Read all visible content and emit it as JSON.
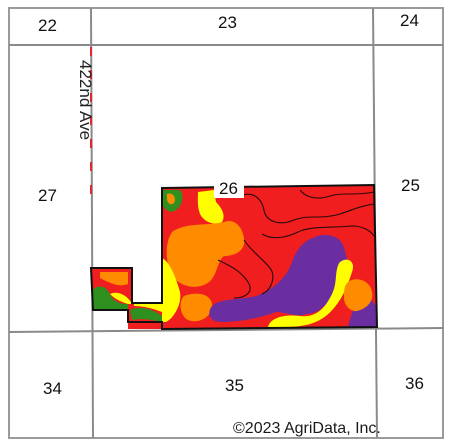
{
  "map": {
    "road_label": "422nd Ave",
    "credit": "©2023 AgriData, Inc.",
    "sections": {
      "s22": "22",
      "s23": "23",
      "s24": "24",
      "s27": "27",
      "s26": "26",
      "s25": "25",
      "s34": "34",
      "s35": "35",
      "s36": "36"
    },
    "colors": {
      "grid_line": "#8a8a8a",
      "field_outline": "#111111",
      "road_marker": "#e0282e",
      "soil_red": "#f01e1e",
      "soil_orange": "#ff8c00",
      "soil_yellow": "#ffff00",
      "soil_purple": "#6a2ea0",
      "soil_green": "#2f8f1f"
    }
  }
}
